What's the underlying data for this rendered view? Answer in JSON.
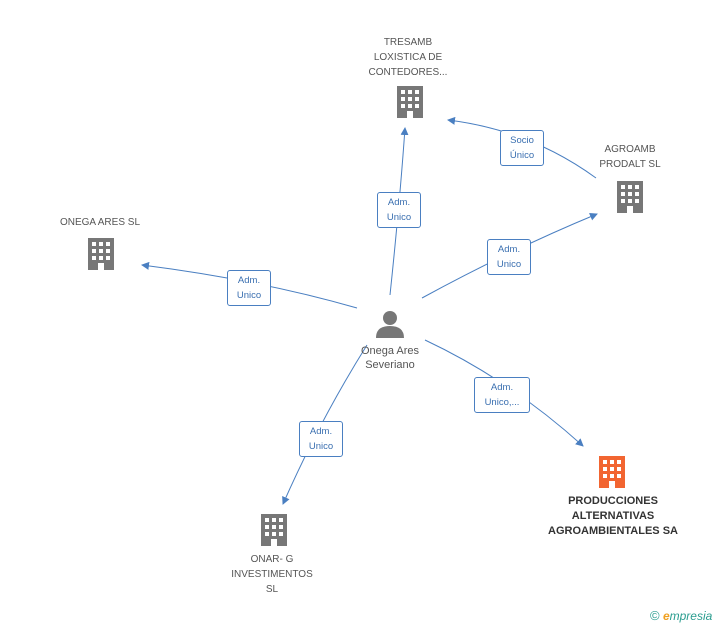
{
  "nodes": {
    "tresamb": "TRESAMB\nLOXISTICA DE\nCONTEDORES...",
    "agroamb": "AGROAMB\nPRODALT SL",
    "onega_ares_sl": "ONEGA ARES SL",
    "person": "Onega Ares\nSeveriano",
    "onar": "ONAR- G\nINVESTIMENTOS\nSL",
    "producciones": "PRODUCCIONES\nALTERNATIVAS\nAGROAMBIENTALES SA"
  },
  "edges": {
    "to_tresamb": "Adm.\nUnico",
    "agroamb_to_tresamb": "Socio\nÚnico",
    "to_agroamb": "Adm.\nUnico",
    "to_onega": "Adm.\nUnico",
    "to_onar": "Adm.\nUnico",
    "to_producciones": "Adm.\nUnico,..."
  },
  "colors": {
    "edge": "#4a7fc1",
    "building": "#777777",
    "building_highlight": "#f26531",
    "person": "#777777"
  },
  "brand": {
    "copyright": "©",
    "e": "e",
    "rest": "mpresia"
  }
}
